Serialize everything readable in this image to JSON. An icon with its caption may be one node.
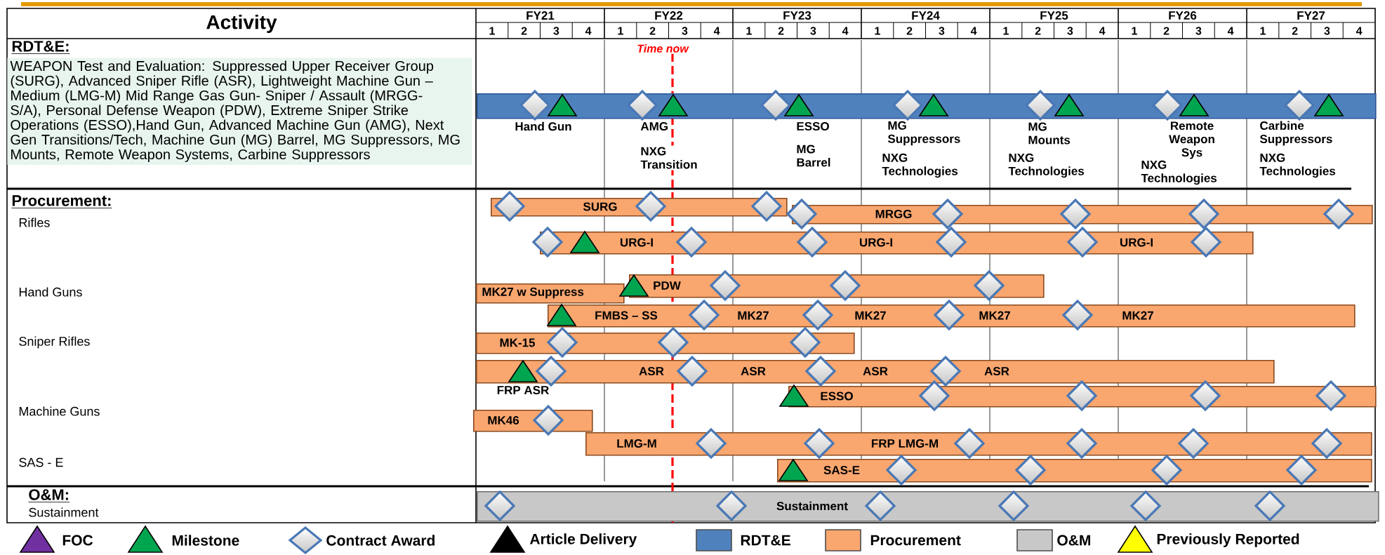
{
  "diagram": {
    "nodes": [
      {
        "text": [
          "WEAPON Test and Evaluation: Suppressed Upper Receiver Group (SURG), Advanced Sniper Rifle (ASR), Lightweight Machine Gun – Medium (LMG-M) Mid Range Gas Gun- Sniper / Assault (MRGG-S/A), Personal Defense Weapon (PDW), Extreme Sniper Strike Operations (ESSO),Hand Gun, Advanced Machine Gun (AMG), Next Gen Transitions/Tech, Machine Gun (MG) Barrel, MG Suppressors, MG Mounts, Remote Weapon Systems, Carbine Suppressors"
        ]
      },
      {
        "text": [],
        "shape": "bar",
        "beside": [
          "Hand Gun",
          "AMG",
          "NXG Transition",
          "ESSO",
          "MG Barrel",
          "MG Suppressors",
          "NXG Technologies",
          "MG Mounts",
          "NXG Technologies",
          "Remote Weapon Sys",
          "NXG Technologies",
          "Carbine Suppressors",
          "NXG Technologies"
        ]
      },
      {
        "text": [
          "SURG"
        ]
      },
      {
        "text": [
          "MRGG"
        ]
      },
      {
        "text": [
          "URG-I",
          "URG-I",
          "URG-I"
        ]
      },
      {
        "text": [
          "MK27 w Suppress"
        ]
      },
      {
        "text": [
          "PDW"
        ]
      },
      {
        "text": [
          "FMBS – SS",
          "MK27",
          "MK27",
          "MK27",
          "MK27"
        ]
      },
      {
        "text": [
          "MK-15"
        ]
      },
      {
        "text": [
          "ASR",
          "ASR",
          "ASR",
          "ASR"
        ],
        "beside": [
          "FRP ASR"
        ]
      },
      {
        "text": [
          "ESSO"
        ]
      },
      {
        "text": [
          "MK46"
        ]
      },
      {
        "text": [
          "LMG-M",
          "FRP LMG-M"
        ]
      },
      {
        "text": [
          "SAS-E"
        ]
      },
      {
        "text": [
          "Sustainment"
        ]
      }
    ],
    "labels": [
      "Activity",
      "FY21",
      "FY22",
      "FY23",
      "FY24",
      "FY25",
      "FY26",
      "FY27",
      "1",
      "2",
      "3",
      "4",
      "1",
      "2",
      "3",
      "4",
      "1",
      "2",
      "3",
      "4",
      "1",
      "2",
      "3",
      "4",
      "1",
      "2",
      "3",
      "4",
      "1",
      "2",
      "3",
      "4",
      "1",
      "2",
      "3",
      "4",
      "RDT&E:",
      "Time now",
      "Procurement:",
      "Rifles",
      "Hand Guns",
      "Sniper Rifles",
      "Machine Guns",
      "SAS - E",
      "O&M:",
      "Sustainment"
    ],
    "legend": [
      {
        "text": "FOC"
      },
      {
        "text": "Milestone"
      },
      {
        "text": "Contract Award"
      },
      {
        "text": "Article Delivery"
      },
      {
        "text": "RDT&E",
        "color": "#4f81bd"
      },
      {
        "text": "Procurement",
        "color": "#f9a66f"
      },
      {
        "text": "O&M",
        "color": "#c8c8c8"
      },
      {
        "text": "Previously Reported"
      }
    ]
  }
}
